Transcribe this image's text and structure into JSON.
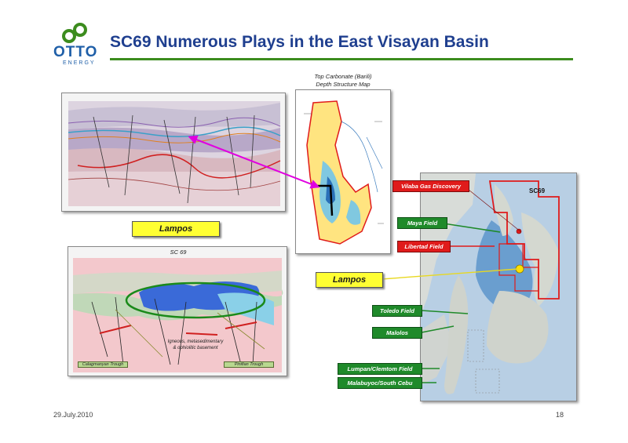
{
  "logo": {
    "name": "OTTO",
    "sub": "ENERGY",
    "color": "#1f5fa8",
    "green": "#3c8c1e"
  },
  "title": "SC69 Numerous Plays in the East Visayan Basin",
  "depth_map": {
    "caption_line1": "Top Carbonate (Barili)",
    "caption_line2": "Depth  Structure Map"
  },
  "seismic_lower": {
    "label": "SC 69",
    "note_line1": "Igneous, metasedimentary",
    "note_line2": "& ophiolitic basement",
    "trough_left": "Calagmanyan Trough",
    "trough_right": "Pinifian Trough"
  },
  "lampos_label_1": "Lampos",
  "lampos_label_2": "Lampos",
  "map": {
    "block_label": "SC69"
  },
  "callouts": {
    "vilaba": "Vilaba Gas Discovery",
    "maya": "Maya Field",
    "libertad": "Libertad Field",
    "toledo": "Toledo Field",
    "malolos": "Malolos",
    "lumpan": "Lumpan/Clemtom Field",
    "malabuyoc": "Malabuyoc/South Cebu"
  },
  "colors": {
    "title": "#1f3f8f",
    "rule": "#3c8c1e",
    "field_green": "#1f8a2a",
    "field_red": "#e01b1b",
    "label_yellow": "#ffff33",
    "arrow_magenta": "#e000e0"
  },
  "footer": {
    "date": "29.July.2010",
    "page": "18"
  }
}
